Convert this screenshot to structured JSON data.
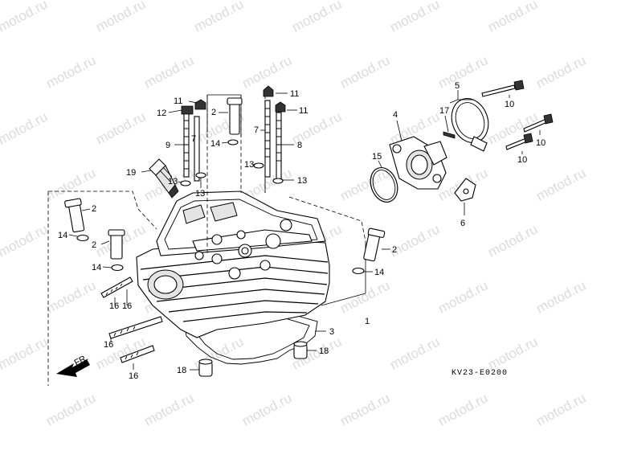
{
  "watermark": "motod.ru",
  "diagram_code": "KV23-E0200",
  "front_arrow": "FR.",
  "labels": {
    "p1": "1",
    "p2a": "2",
    "p2b": "2",
    "p2c": "2",
    "p2d": "2",
    "p3": "3",
    "p4": "4",
    "p5": "5",
    "p6": "6",
    "p7a": "7",
    "p7b": "7",
    "p8": "8",
    "p9": "9",
    "p10a": "10",
    "p10b": "10",
    "p10c": "10",
    "p11a": "11",
    "p11b": "11",
    "p11c": "11",
    "p12": "12",
    "p13a": "13",
    "p13b": "13",
    "p13c": "13",
    "p13d": "13",
    "p14a": "14",
    "p14b": "14",
    "p14c": "14",
    "p14d": "14",
    "p15": "15",
    "p16a": "16",
    "p16b": "16",
    "p16c": "16",
    "p17": "17",
    "p18a": "18",
    "p18b": "18",
    "p19": "19"
  }
}
